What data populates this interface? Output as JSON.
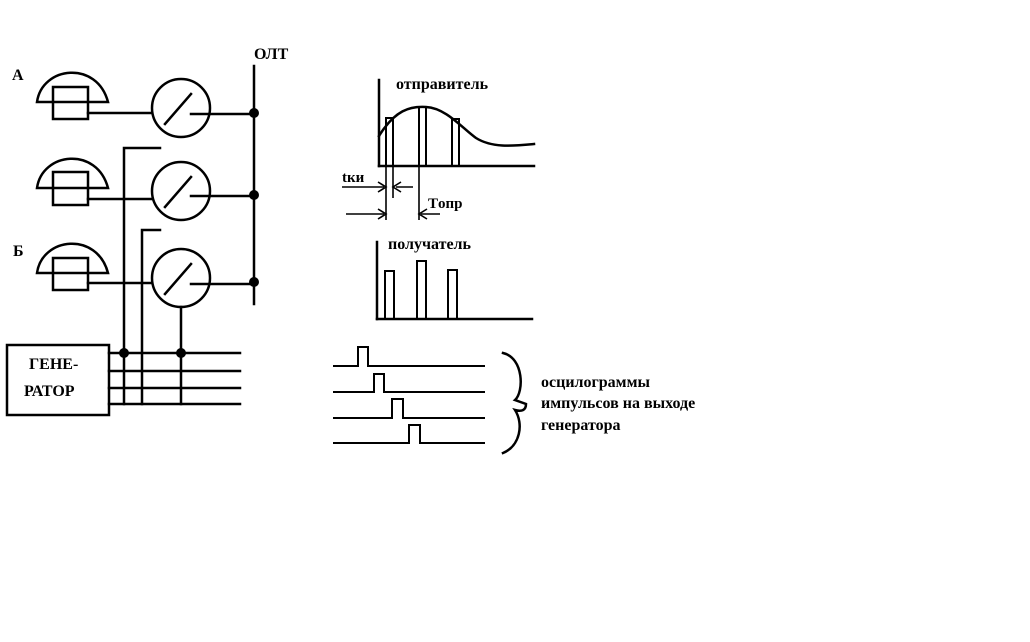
{
  "labels": {
    "olt": "ОЛТ",
    "subscriber_a": "А",
    "subscriber_b": "Б",
    "generator_line1": "ГЕНЕ-",
    "generator_line2": "РАТОР",
    "sender": "отправитель",
    "receiver": "получатель",
    "tki": "tки",
    "topr": "Tопр",
    "oscillograms_line1": "осцилограммы",
    "oscillograms_line2": "импульсов на выходе",
    "oscillograms_line3": "генератора"
  }
}
